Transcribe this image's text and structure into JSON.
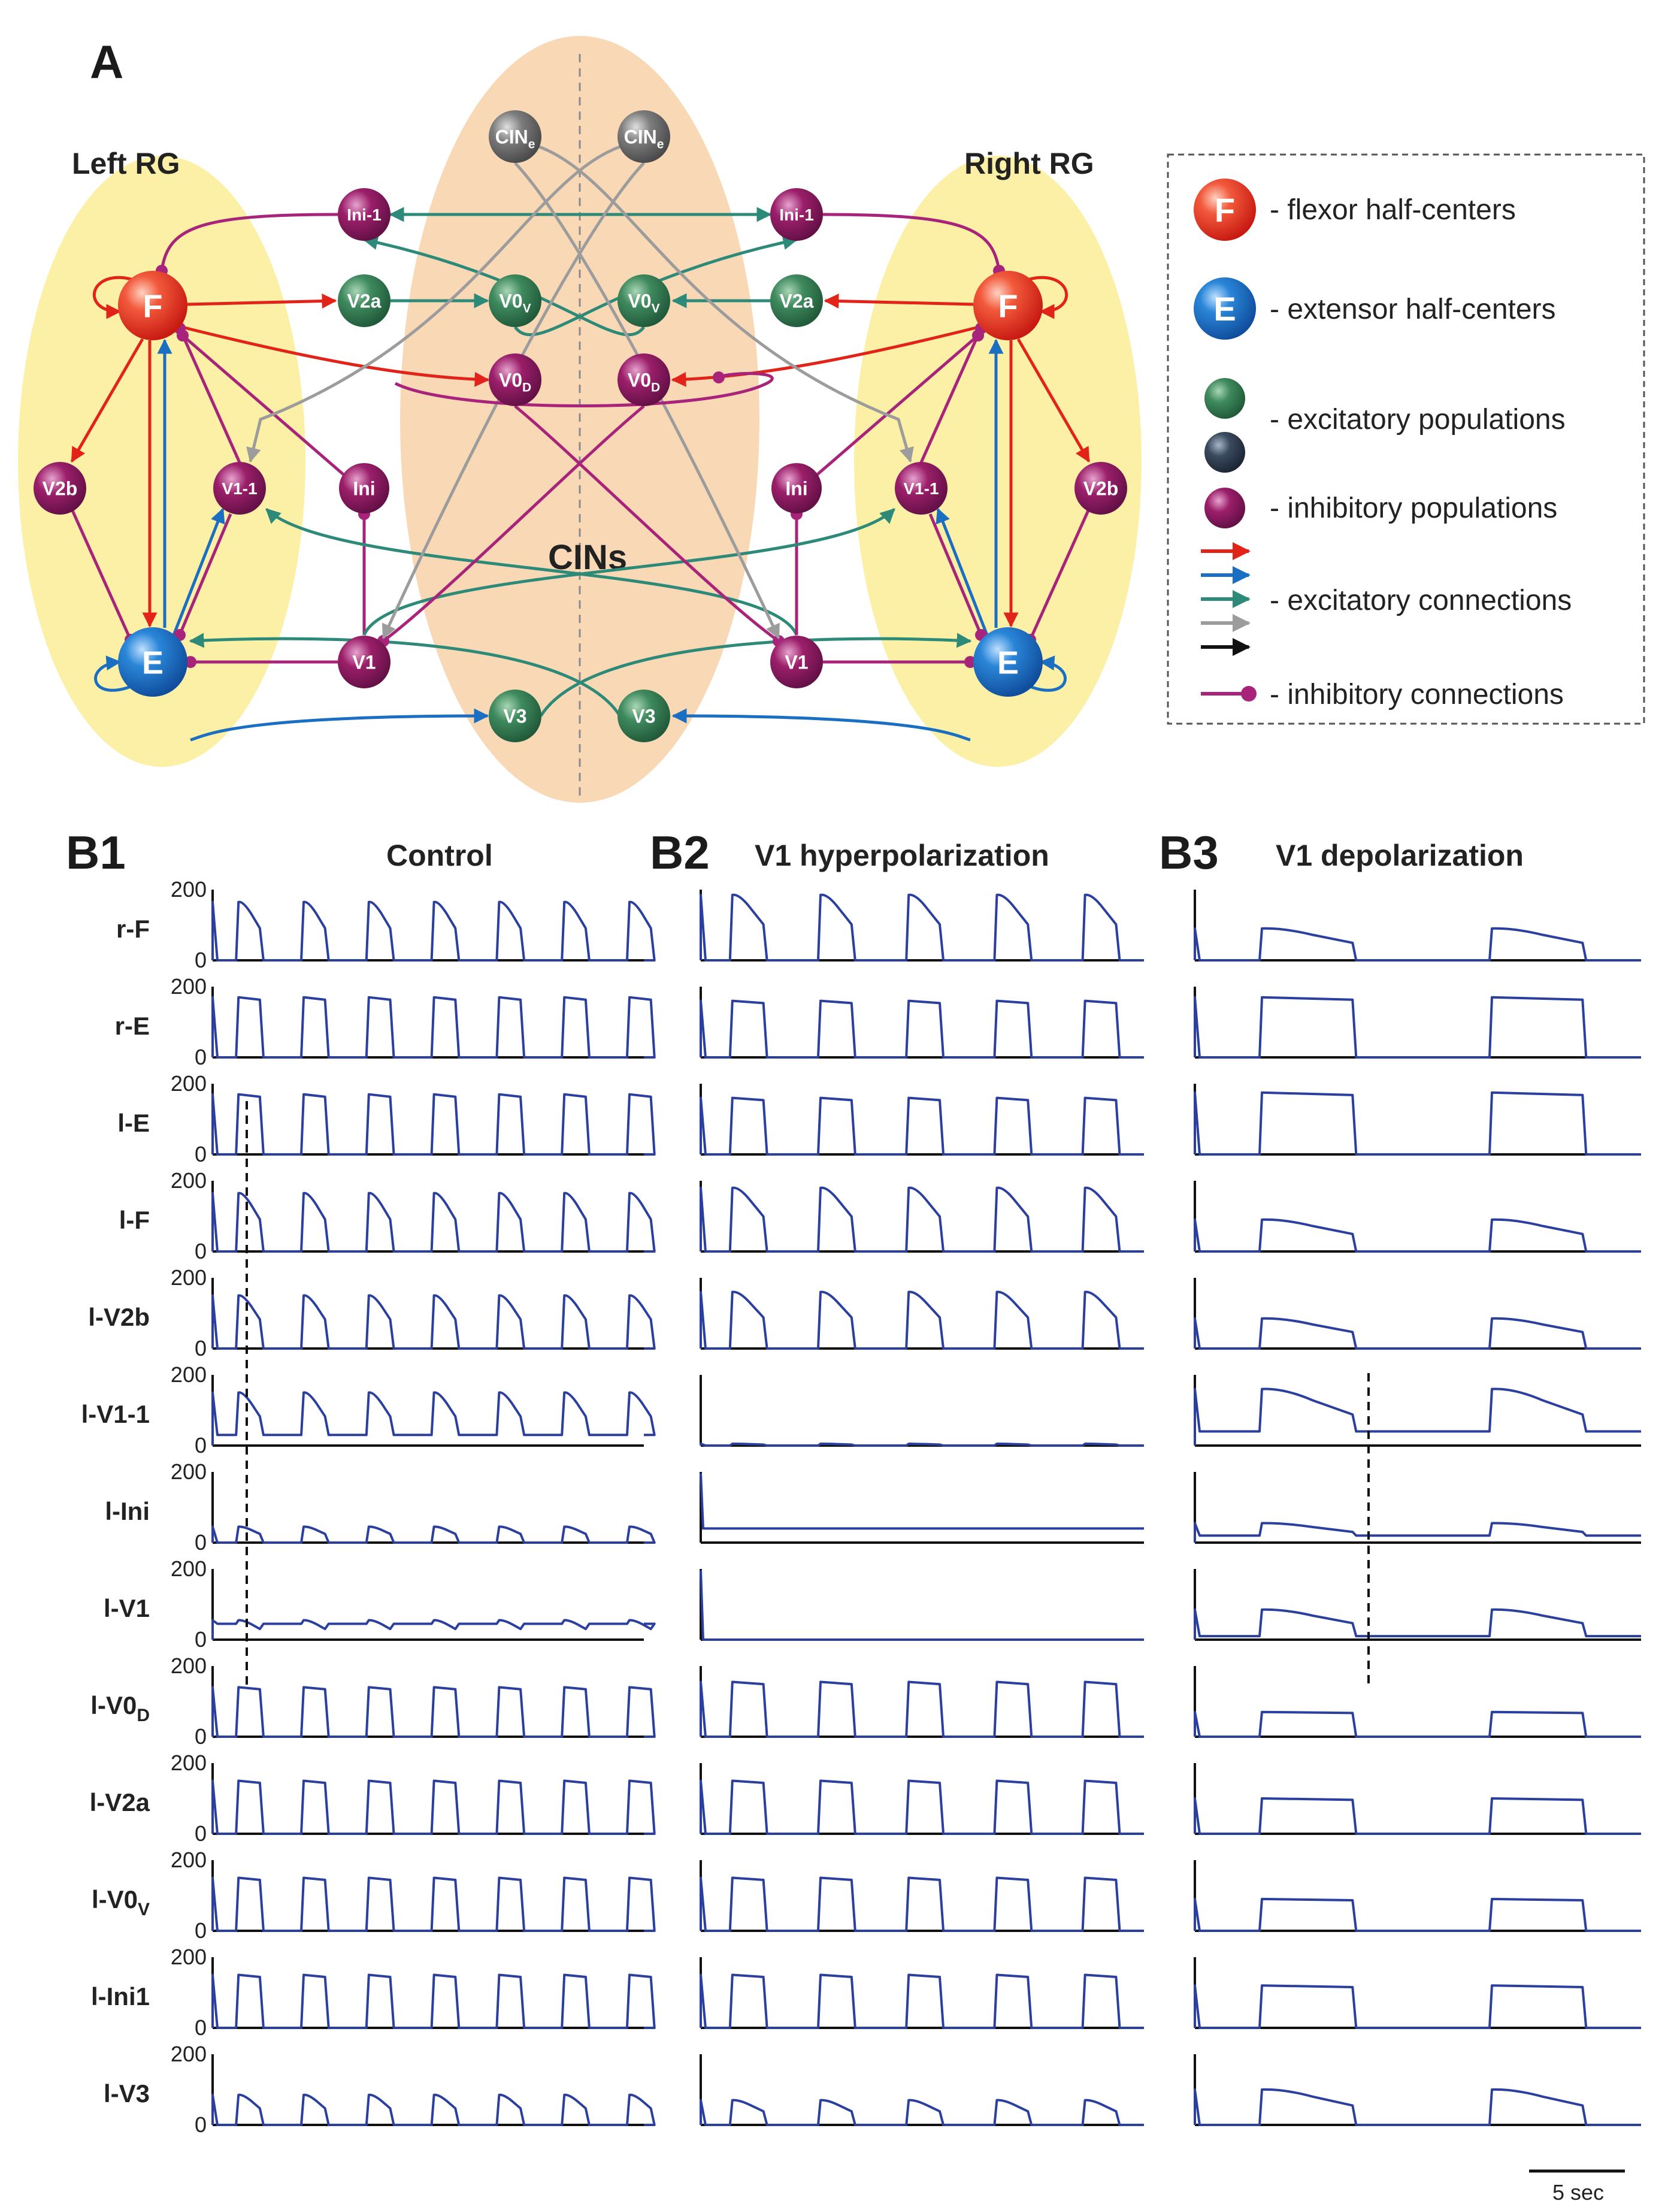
{
  "panel_a": {
    "letter": "A",
    "left_region": "Left RG",
    "right_region": "Right RG",
    "cins_label": "CINs",
    "colors": {
      "flexor": "#e8281e",
      "extensor": "#1a62b8",
      "excitatory_population": "#3f8a5e",
      "excitatory_population_dark": "#3a4a5e",
      "cin_e": "#7d7d7d",
      "inhibitory_population": "#9b1f6a",
      "rg_zone": "#fbf0a6",
      "cins_zone": "#f9d9b5",
      "red_arrow": "#e2231a",
      "blue_arrow": "#1b6fc2",
      "teal_arrow": "#2e8a78",
      "gray_arrow": "#9c9c9c",
      "inhib_line": "#a8237a"
    },
    "nodes": [
      {
        "id": "lF",
        "label": "F",
        "type": "flexor"
      },
      {
        "id": "lE",
        "label": "E",
        "type": "extensor"
      },
      {
        "id": "lV2b",
        "label": "V2b",
        "type": "inhibitory"
      },
      {
        "id": "lV11",
        "label": "V1-1",
        "type": "inhibitory"
      },
      {
        "id": "lIni",
        "label": "Ini",
        "type": "inhibitory"
      },
      {
        "id": "lV1",
        "label": "V1",
        "type": "inhibitory"
      },
      {
        "id": "lIni1",
        "label": "Ini-1",
        "type": "inhibitory"
      },
      {
        "id": "lV2a",
        "label": "V2a",
        "type": "excitatory"
      },
      {
        "id": "lV0V",
        "label": "V0",
        "sub": "V",
        "type": "excitatory"
      },
      {
        "id": "lV0D",
        "label": "V0",
        "sub": "D",
        "type": "inhibitory"
      },
      {
        "id": "lV3",
        "label": "V3",
        "type": "excitatory"
      },
      {
        "id": "lCINe",
        "label": "CIN",
        "sub": "e",
        "type": "cin"
      },
      {
        "id": "rF",
        "label": "F",
        "type": "flexor"
      },
      {
        "id": "rE",
        "label": "E",
        "type": "extensor"
      },
      {
        "id": "rV2b",
        "label": "V2b",
        "type": "inhibitory"
      },
      {
        "id": "rV11",
        "label": "V1-1",
        "type": "inhibitory"
      },
      {
        "id": "rIni",
        "label": "Ini",
        "type": "inhibitory"
      },
      {
        "id": "rV1",
        "label": "V1",
        "type": "inhibitory"
      },
      {
        "id": "rIni1",
        "label": "Ini-1",
        "type": "inhibitory"
      },
      {
        "id": "rV2a",
        "label": "V2a",
        "type": "excitatory"
      },
      {
        "id": "rV0V",
        "label": "V0",
        "sub": "V",
        "type": "excitatory"
      },
      {
        "id": "rV0D",
        "label": "V0",
        "sub": "D",
        "type": "inhibitory"
      },
      {
        "id": "rV3",
        "label": "V3",
        "type": "excitatory"
      },
      {
        "id": "rCINe",
        "label": "CIN",
        "sub": "e",
        "type": "cin"
      }
    ],
    "legend": [
      {
        "icon": "flexor",
        "text": "- flexor half-centers"
      },
      {
        "icon": "extensor",
        "text": "- extensor half-centers"
      },
      {
        "icon": "excitatory",
        "text": "- excitatory populations"
      },
      {
        "icon": "inhibitory",
        "text": "- inhibitory populations"
      },
      {
        "icon": "excitatory-arrows",
        "text": "- excitatory connections"
      },
      {
        "icon": "inhibitory-line",
        "text": "- inhibitory connections"
      }
    ]
  },
  "panel_b": {
    "conditions": [
      {
        "id": "B1",
        "title": "Control"
      },
      {
        "id": "B2",
        "title": "V1 hyperpolarization"
      },
      {
        "id": "B3",
        "title": "V1 depolarization"
      }
    ],
    "rows": [
      {
        "label": "r-F"
      },
      {
        "label": "r-E"
      },
      {
        "label": "l-E"
      },
      {
        "label": "l-F"
      },
      {
        "label": "l-V2b"
      },
      {
        "label": "l-V1-1"
      },
      {
        "label": "l-Ini"
      },
      {
        "label": "l-V1"
      },
      {
        "label": "l-V0",
        "sub": "D"
      },
      {
        "label": "l-V2a"
      },
      {
        "label": "l-V0",
        "sub": "V"
      },
      {
        "label": "l-Ini1"
      },
      {
        "label": "l-V3"
      }
    ],
    "ytick_top": "200",
    "ytick_bottom": "0",
    "scale_bar": "5 sec",
    "trace_color": "#2b3f9e"
  },
  "chart_data": {
    "type": "line",
    "xlabel": "",
    "ylabel": "",
    "ylim": [
      0,
      200
    ],
    "scale_bar_sec": 5,
    "approx_period_sec": {
      "Control": 3.4,
      "V1 hyperpolarization": 4.6,
      "V1 depolarization": 12.0
    },
    "series": [
      {
        "row": "r-F",
        "Control": [
          0,
          165
        ],
        "V1 hyperpolarization": [
          0,
          185
        ],
        "V1 depolarization": [
          0,
          90
        ]
      },
      {
        "row": "r-E",
        "Control": [
          0,
          170
        ],
        "V1 hyperpolarization": [
          0,
          160
        ],
        "V1 depolarization": [
          0,
          170
        ]
      },
      {
        "row": "l-E",
        "Control": [
          0,
          170
        ],
        "V1 hyperpolarization": [
          0,
          160
        ],
        "V1 depolarization": [
          0,
          175
        ]
      },
      {
        "row": "l-F",
        "Control": [
          0,
          165
        ],
        "V1 hyperpolarization": [
          0,
          180
        ],
        "V1 depolarization": [
          0,
          90
        ]
      },
      {
        "row": "l-V2b",
        "Control": [
          0,
          150
        ],
        "V1 hyperpolarization": [
          0,
          160
        ],
        "V1 depolarization": [
          0,
          85
        ]
      },
      {
        "row": "l-V1-1",
        "Control": [
          30,
          150
        ],
        "V1 hyperpolarization": [
          0,
          5
        ],
        "V1 depolarization": [
          40,
          160
        ]
      },
      {
        "row": "l-Ini",
        "Control": [
          0,
          45
        ],
        "V1 hyperpolarization": [
          40,
          40
        ],
        "V1 depolarization": [
          20,
          55
        ]
      },
      {
        "row": "l-V1",
        "Control": [
          45,
          55
        ],
        "V1 hyperpolarization": [
          0,
          0
        ],
        "V1 depolarization": [
          10,
          85
        ]
      },
      {
        "row": "l-V0D",
        "Control": [
          0,
          140
        ],
        "V1 hyperpolarization": [
          0,
          155
        ],
        "V1 depolarization": [
          0,
          70
        ]
      },
      {
        "row": "l-V2a",
        "Control": [
          0,
          150
        ],
        "V1 hyperpolarization": [
          0,
          150
        ],
        "V1 depolarization": [
          0,
          100
        ]
      },
      {
        "row": "l-V0V",
        "Control": [
          0,
          150
        ],
        "V1 hyperpolarization": [
          0,
          150
        ],
        "V1 depolarization": [
          0,
          90
        ]
      },
      {
        "row": "l-Ini1",
        "Control": [
          0,
          150
        ],
        "V1 hyperpolarization": [
          0,
          150
        ],
        "V1 depolarization": [
          0,
          120
        ]
      },
      {
        "row": "l-V3",
        "Control": [
          0,
          85
        ],
        "V1 hyperpolarization": [
          0,
          70
        ],
        "V1 depolarization": [
          0,
          100
        ]
      }
    ]
  }
}
